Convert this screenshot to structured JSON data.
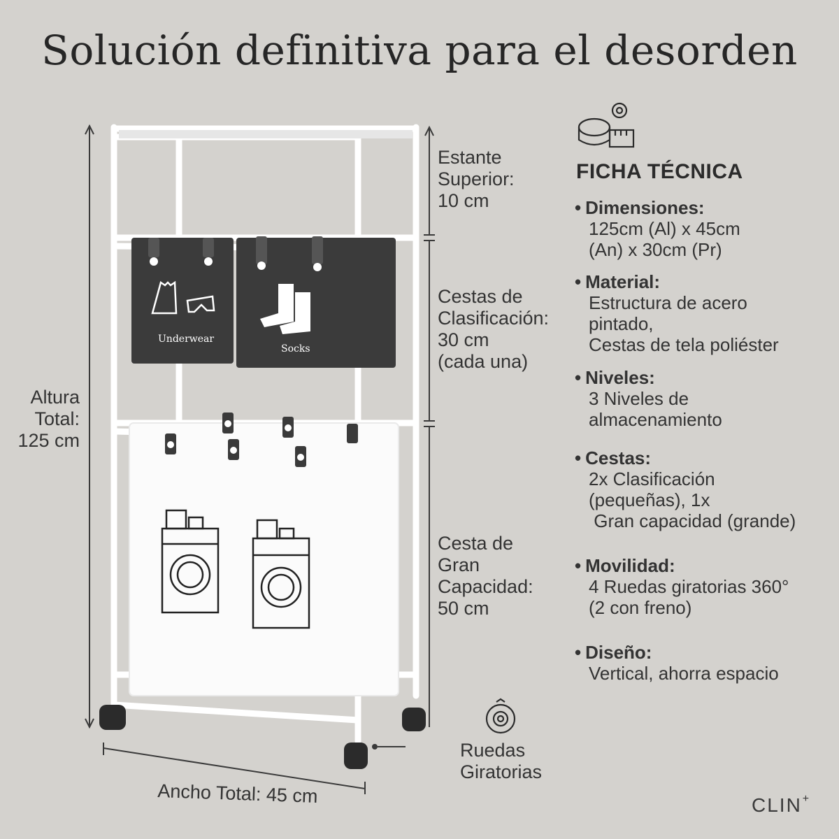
{
  "title": "Solución definitiva para el desorden",
  "labels": {
    "estante": [
      "Estante",
      "Superior:",
      "10 cm"
    ],
    "cestas_clasificacion": [
      "Cestas de",
      "Clasificación:",
      "30 cm",
      "(cada una)"
    ],
    "cesta_gran": [
      "Cesta de",
      "Gran",
      "Capacidad:",
      "50 cm"
    ],
    "altura": [
      "Altura",
      "Total:",
      "125 cm"
    ],
    "ancho": "Ancho Total: 45 cm",
    "ruedas": [
      "Ruedas",
      "Giratorias"
    ]
  },
  "basket_labels": {
    "underwear": "Underwear",
    "socks": "Socks"
  },
  "spec": {
    "title": "FICHA TÉCNICA",
    "items": [
      {
        "head": "Dimensiones:",
        "lines": [
          "125cm (Al) x 45cm",
          "(An) x 30cm (Pr)"
        ]
      },
      {
        "head": "Material:",
        "lines": [
          "Estructura de acero",
          "pintado,",
          "Cestas de tela poliéster"
        ]
      },
      {
        "head": "Niveles:",
        "lines": [
          "3 Niveles de",
          "almacenamiento"
        ]
      },
      {
        "head": "Cestas:",
        "lines": [
          "2x Clasificación",
          "(pequeñas), 1x",
          " Gran capacidad (grande)"
        ]
      },
      {
        "head": "Movilidad:",
        "lines": [
          "4 Ruedas giratorias 360°",
          "(2 con freno)"
        ]
      },
      {
        "head": "Diseño:",
        "lines": [
          "Vertical, ahorra espacio"
        ]
      }
    ]
  },
  "brand": {
    "name": "CLIN",
    "mark": "+"
  },
  "icons": [
    "measuring-tape-gear-icon",
    "wheel-icon",
    "underwear-icon",
    "socks-icon",
    "washing-machine-icon"
  ],
  "colors": {
    "background": "#d4d2ce",
    "frame": "#ffffff",
    "dark_basket": "#3a3a3a",
    "text": "#333333"
  }
}
